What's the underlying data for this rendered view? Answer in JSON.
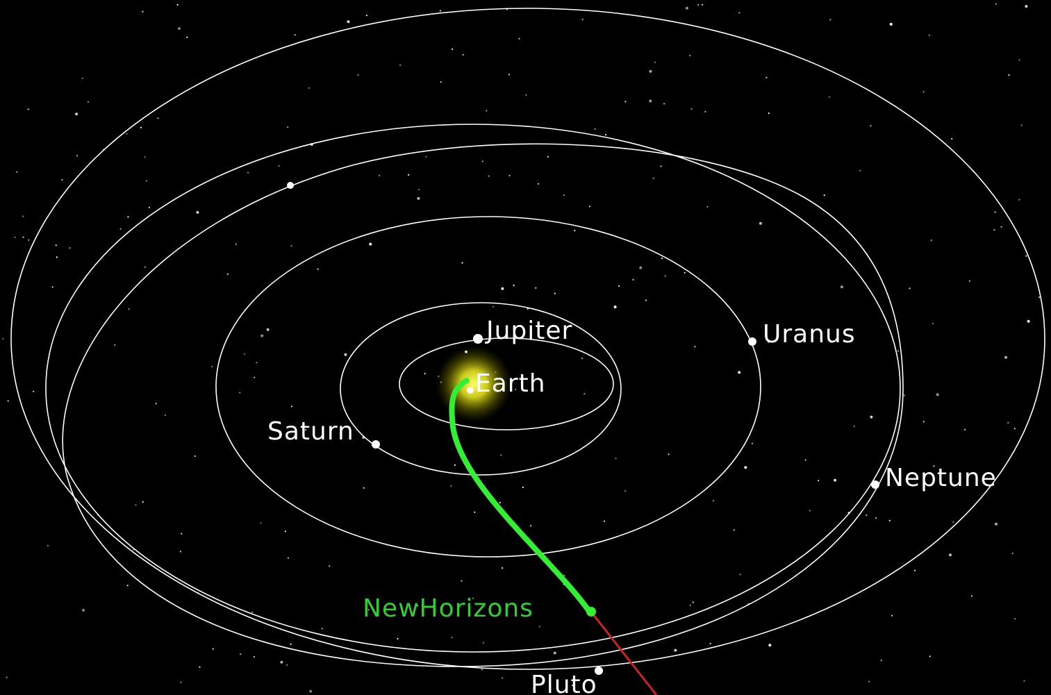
{
  "colors": {
    "background": "#000000",
    "orbit": "#ffffff",
    "planet_label": "#ffffff",
    "spacecraft_label": "#33cc33",
    "trajectory_past": "#33ee33",
    "trajectory_future": "#cc2222",
    "sun_glow": "#ffff33"
  },
  "planets": [
    {
      "name": "Earth",
      "icon": "planet-dot"
    },
    {
      "name": "Jupiter",
      "icon": "planet-dot"
    },
    {
      "name": "Saturn",
      "icon": "planet-dot"
    },
    {
      "name": "Uranus",
      "icon": "planet-dot"
    },
    {
      "name": "Neptune",
      "icon": "planet-dot"
    },
    {
      "name": "Pluto",
      "icon": "planet-dot"
    }
  ],
  "spacecraft": {
    "name": "NewHorizons",
    "icon": "spacecraft-dot"
  },
  "sun": {
    "icon": "sun-glow"
  }
}
